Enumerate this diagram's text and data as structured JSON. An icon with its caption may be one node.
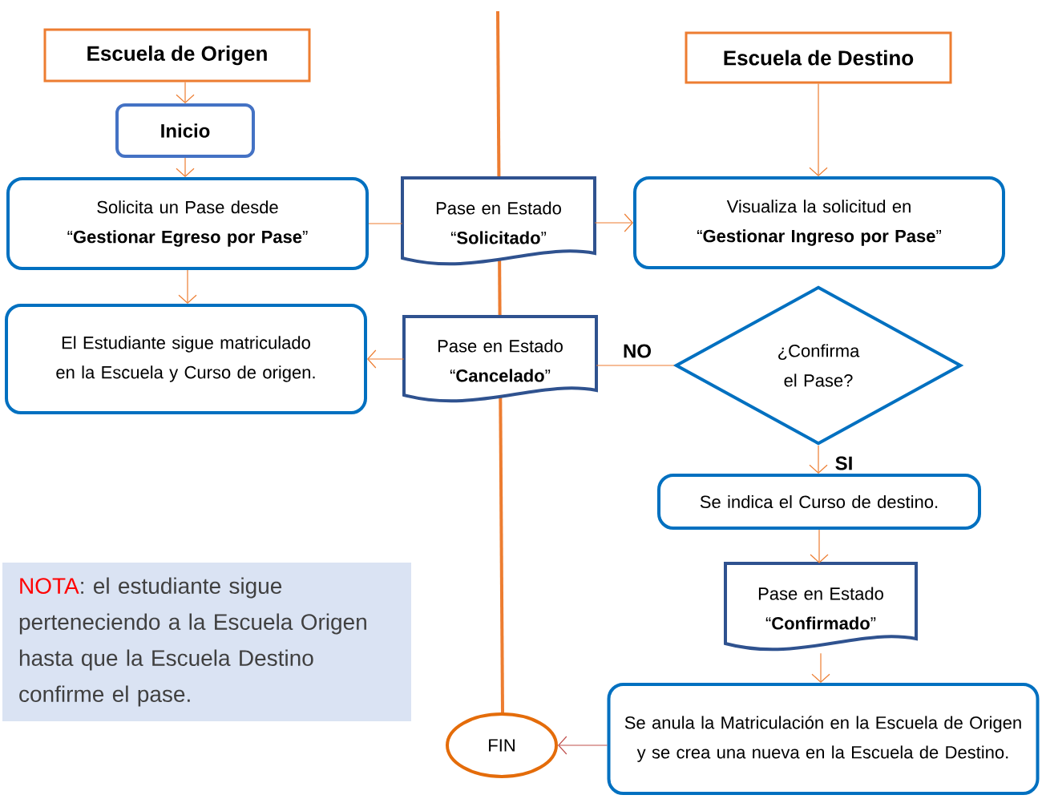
{
  "diagram": {
    "nodes": [
      {
        "text": [
          "Escuela de Origen"
        ]
      },
      {
        "text": [
          "Inicio"
        ]
      },
      {
        "text": [
          "Solicita un Pase desde “**Gestionar Egreso por Pase**”"
        ]
      },
      {
        "text": [
          "Pase en Estado “**Solicitado**”"
        ]
      },
      {
        "text": [
          "Escuela de Destino"
        ]
      },
      {
        "text": [
          "Visualiza la solicitud en “**Gestionar Ingreso por Pase**”"
        ]
      },
      {
        "text": [
          "El Estudiante sigue matriculado en la Escuela y Curso de origen."
        ]
      },
      {
        "text": [
          "Pase en Estado “**Cancelado**”"
        ]
      },
      {
        "text": [
          "¿Confirma el Pase?"
        ]
      },
      {
        "text": [
          "Se indica el Curso de destino."
        ]
      },
      {
        "text": [
          "Pase en Estado “**Confirmado**”"
        ]
      },
      {
        "text": [
          "NOTA",
          ": el estudiante sigue perteneciendo a la Escuela Origen hasta que la Escuela Destino confirme el pase."
        ]
      },
      {
        "text": [
          "FIN"
        ]
      },
      {
        "text": [
          "Se anula la Matriculación en la Escuela de Origen y se crea una nueva en la Escuela de Destino."
        ]
      }
    ],
    "edges": [
      {
        "from": 0,
        "to": 1,
        "arrow": "to"
      },
      {
        "from": 1,
        "to": 2,
        "arrow": "to"
      },
      {
        "from": 2,
        "to": 3,
        "arrow": "none"
      },
      {
        "from": 3,
        "to": 5,
        "arrow": "to"
      },
      {
        "from": 4,
        "to": 5,
        "arrow": "to"
      },
      {
        "from": 2,
        "to": 6,
        "arrow": "to"
      },
      {
        "from": 8,
        "to": 7,
        "arrow": "none",
        "label": "NO"
      },
      {
        "from": 7,
        "to": 6,
        "arrow": "to"
      },
      {
        "from": 8,
        "to": 9,
        "arrow": "to",
        "label": "SI"
      },
      {
        "from": 9,
        "to": 10,
        "arrow": "to"
      },
      {
        "from": 10,
        "to": 13,
        "arrow": "to"
      },
      {
        "from": 13,
        "to": 12,
        "arrow": "to",
        "color": "#c0504d"
      }
    ]
  }
}
